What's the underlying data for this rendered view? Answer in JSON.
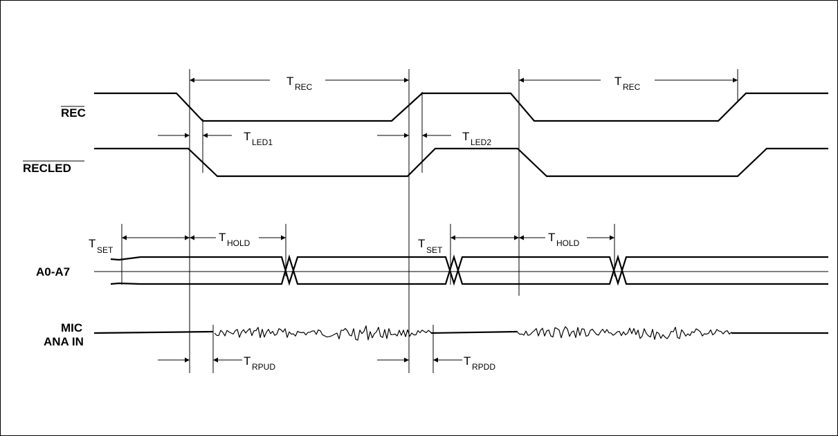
{
  "signals": {
    "rec": "REC",
    "recled": "RECLED",
    "addr": "A0-A7",
    "mic_line1": "MIC",
    "mic_line2": "ANA IN"
  },
  "timings": {
    "t_rec": {
      "main": "T",
      "sub": "REC"
    },
    "t_led1": {
      "main": "T",
      "sub": "LED1"
    },
    "t_led2": {
      "main": "T",
      "sub": "LED2"
    },
    "t_set": {
      "main": "T",
      "sub": "SET"
    },
    "t_hold": {
      "main": "T",
      "sub": "HOLD"
    },
    "t_rpud": {
      "main": "T",
      "sub": "RPUD"
    },
    "t_rpdd": {
      "main": "T",
      "sub": "RPDD"
    }
  }
}
